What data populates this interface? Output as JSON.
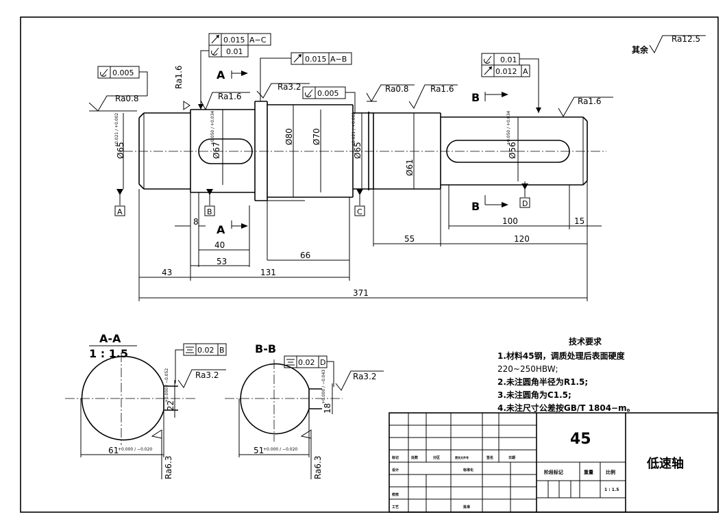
{
  "surface": {
    "other": "其余",
    "other_ra": "Ra12.5",
    "ra08_left": "Ra0.8",
    "ra16_a": "Ra1.6",
    "ra16_b": "Ra1.6",
    "ra32_mid": "Ra3.2",
    "ra08_c": "Ra0.8",
    "ra16_c": "Ra1.6",
    "ra16_right": "Ra1.6"
  },
  "tolerances": {
    "runout_ac_value": "0.015",
    "runout_ac_datum": "A−C",
    "cyl_01": "0.01",
    "runout_ab_value": "0.015",
    "runout_ab_datum": "A−B",
    "cyl_left": "0.005",
    "cyl_mid": "0.005",
    "cyl_right": "0.01",
    "runout_right_value": "0.012",
    "runout_right_datum": "A"
  },
  "datums": {
    "a": "A",
    "b": "B",
    "c": "C",
    "d": "D"
  },
  "section_marks": {
    "a_top": "A",
    "a_bottom": "A",
    "b_top": "B",
    "b_bottom": "B"
  },
  "diameters": {
    "d65_left": "Ø65",
    "d65_left_tol": "+0.021 / +0.002",
    "d67": "Ø67",
    "d67_tol": "+0.050 / +0.034",
    "d80": "Ø80",
    "d70": "Ø70",
    "d65_right": "Ø65",
    "d65_right_tol": "+0.021 / +0.002",
    "d61": "Ø61",
    "d56": "Ø56",
    "d56_tol": "+0.050 / +0.034"
  },
  "lengths": {
    "l8": "8",
    "l40": "40",
    "l53": "53",
    "l43": "43",
    "l131": "131",
    "l66": "66",
    "l55": "55",
    "l100": "100",
    "l15": "15",
    "l120": "120",
    "l371": "371"
  },
  "section_aa": {
    "title": "A-A",
    "scale": "1 : 1.5",
    "sym_value": "0.02",
    "sym_datum": "B",
    "ra": "Ra3.2",
    "ra_bottom": "Ra6.3",
    "width": "22",
    "width_tol": "+0.000 / −0.052",
    "depth": "61",
    "depth_tol": "+0.000 / −0.020"
  },
  "section_bb": {
    "title": "B-B",
    "sym_value": "0.02",
    "sym_datum": "D",
    "ra": "Ra3.2",
    "ra_bottom": "Ra6.3",
    "width": "18",
    "width_tol": "+0.000 / −0.043",
    "depth": "51",
    "depth_tol": "+0.000 / −0.020"
  },
  "tech": {
    "title": "技术要求",
    "line1": "1.材料45钢，调质处理后表面硬度",
    "line2": "220~250HBW;",
    "line3": "2.未注圆角半径为R1.5;",
    "line4": "3.未注圆角为C1.5;",
    "line5": "4.未注尺寸公差按GB/T 1804−m。"
  },
  "title_block": {
    "material": "45",
    "part_name": "低速轴",
    "col_mark": "标记",
    "col_count": "处数",
    "col_zone": "分区",
    "col_doc": "更改文件号",
    "col_sign": "签名",
    "col_date": "日期",
    "design": "设计",
    "standard": "标准化",
    "stage": "阶段标记",
    "weight": "重量",
    "scale_label": "比例",
    "scale_value": "1 : 1.5",
    "check": "校核",
    "process": "工艺",
    "approve": "批准"
  }
}
